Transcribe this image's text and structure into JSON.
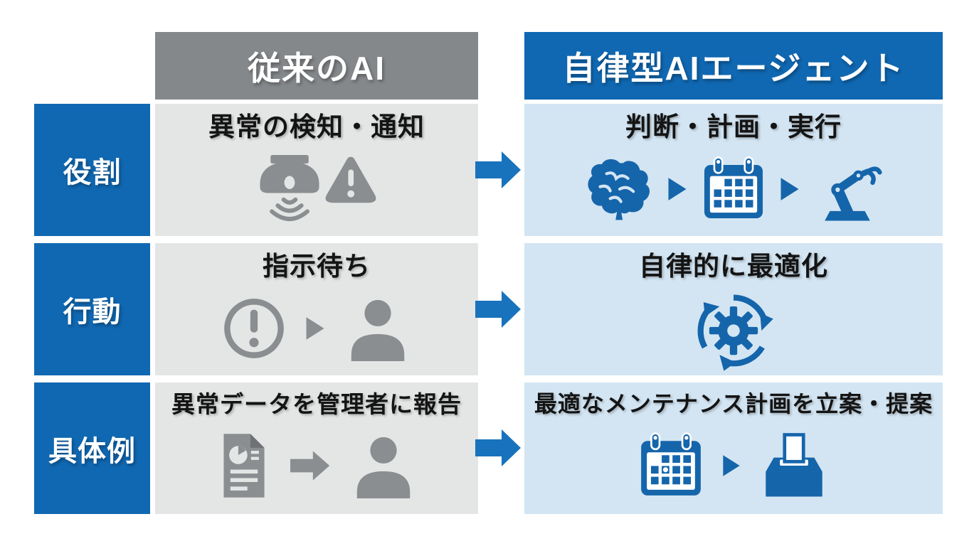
{
  "diagram": {
    "header": {
      "traditional": "従来のAI",
      "agent": "自律型AIエージェント"
    },
    "rows": [
      {
        "label": "役割",
        "traditional": {
          "title": "異常の検知・通知",
          "icons": [
            "smoke-detector-icon",
            "warning-triangle-icon"
          ]
        },
        "agent": {
          "title": "判断・計画・実行",
          "icons": [
            "brain-icon",
            "chevron-right-icon",
            "calendar-icon",
            "chevron-right-icon",
            "robot-arm-icon"
          ]
        }
      },
      {
        "label": "行動",
        "traditional": {
          "title": "指示待ち",
          "icons": [
            "exclamation-circle-icon",
            "chevron-right-icon",
            "person-icon"
          ]
        },
        "agent": {
          "title": "自律的に最適化",
          "icons": [
            "gear-cycle-icon"
          ]
        }
      },
      {
        "label": "具体例",
        "traditional": {
          "title": "異常データを管理者に報告",
          "icons": [
            "report-document-icon",
            "arrow-right-icon",
            "person-icon"
          ]
        },
        "agent": {
          "title": "最適なメンテナンス計画を立案・提案",
          "icons": [
            "calendar-icon",
            "chevron-right-icon",
            "ballot-box-icon"
          ]
        }
      }
    ],
    "colors": {
      "accent_blue": "#1068b2",
      "arrow_blue": "#1873bc",
      "icon_blue": "#1565ab",
      "header_gray": "#85888b",
      "panel_gray": "#e4e6e6",
      "panel_blue": "#d3e5f3",
      "icon_gray": "#8b8e90",
      "text_black": "#141414",
      "background": "#ffffff"
    }
  }
}
